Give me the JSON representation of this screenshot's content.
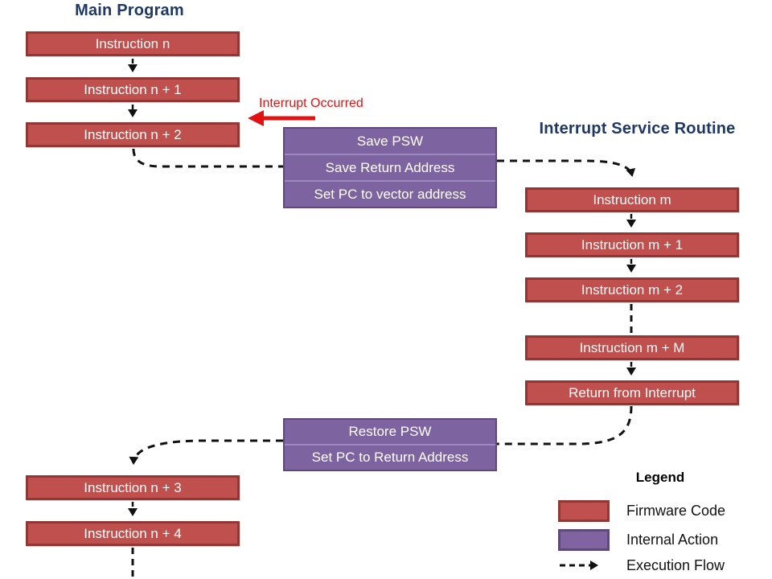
{
  "diagram": {
    "titles": {
      "main_program": "Main Program",
      "isr": "Interrupt Service Routine"
    },
    "interrupt_annotation": "Interrupt Occurred",
    "sequences": {
      "main": [
        "Instruction n",
        "Instruction n + 1",
        "Instruction n + 2"
      ],
      "isr": [
        "Instruction m",
        "Instruction m + 1",
        "Instruction m + 2",
        "Instruction m + M",
        "Return from Interrupt"
      ],
      "resume": [
        "Instruction n + 3",
        "Instruction n + 4"
      ]
    },
    "internal_actions": {
      "enter": [
        "Save PSW",
        "Save Return Address",
        "Set PC to vector address"
      ],
      "exit": [
        "Restore PSW",
        "Set PC to Return Address"
      ]
    },
    "legend": {
      "title": "Legend",
      "items": [
        {
          "label": "Firmware Code",
          "swatch": "firmware"
        },
        {
          "label": "Internal Action",
          "swatch": "internal"
        },
        {
          "label": "Execution Flow",
          "swatch": "dashed-arrow"
        }
      ]
    },
    "colors": {
      "firmware_fill": "#C0504D",
      "firmware_border": "#943634",
      "internal_fill": "#8064A2",
      "internal_border": "#5F497A",
      "title_text": "#1F3864",
      "interrupt_red": "#E31212",
      "flow_black": "#111111"
    }
  }
}
